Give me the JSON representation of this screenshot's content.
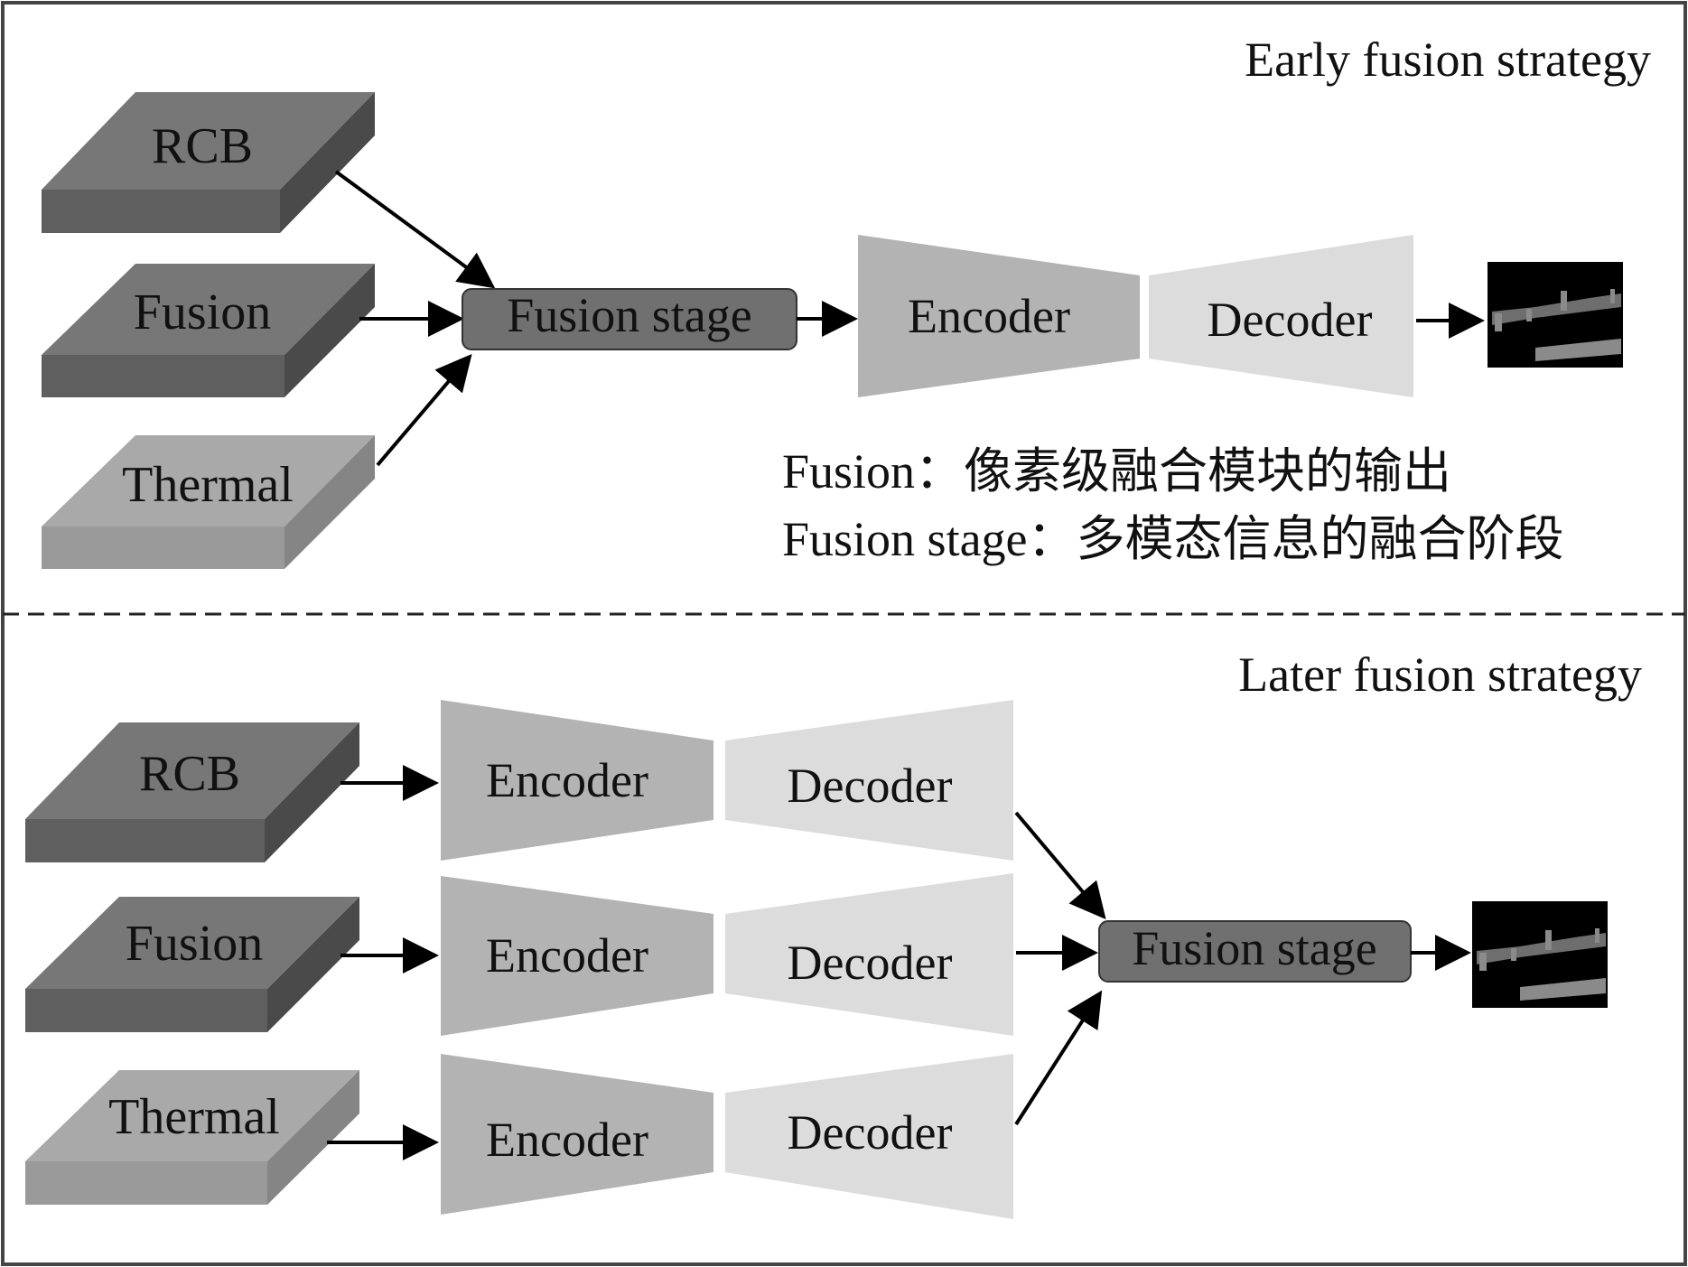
{
  "colors": {
    "dark_top": "#777777",
    "dark_front": "#5f5f5f",
    "dark_side": "#4a4a4a",
    "light_top": "#a9a9a9",
    "light_front": "#9a9a9a",
    "light_side": "#858585",
    "encoder": "#b3b3b3",
    "decoder": "#dcdcdc",
    "fusion_stage": "#707070",
    "arrow": "#000000",
    "border": "#444444"
  },
  "early": {
    "title": "Early fusion strategy",
    "inputs": [
      {
        "label": "RCB",
        "shade": "dark"
      },
      {
        "label": "Fusion",
        "shade": "dark"
      },
      {
        "label": "Thermal",
        "shade": "light"
      }
    ],
    "fusion_stage": "Fusion stage",
    "encoder": "Encoder",
    "decoder": "Decoder",
    "legend": [
      "Fusion：像素级融合模块的输出",
      "Fusion stage：多模态信息的融合阶段"
    ]
  },
  "later": {
    "title": "Later fusion strategy",
    "inputs": [
      {
        "label": "RCB",
        "shade": "dark"
      },
      {
        "label": "Fusion",
        "shade": "dark"
      },
      {
        "label": "Thermal",
        "shade": "light"
      }
    ],
    "encoders": [
      "Encoder",
      "Encoder",
      "Encoder"
    ],
    "decoders": [
      "Decoder",
      "Decoder",
      "Decoder"
    ],
    "fusion_stage": "Fusion stage"
  }
}
